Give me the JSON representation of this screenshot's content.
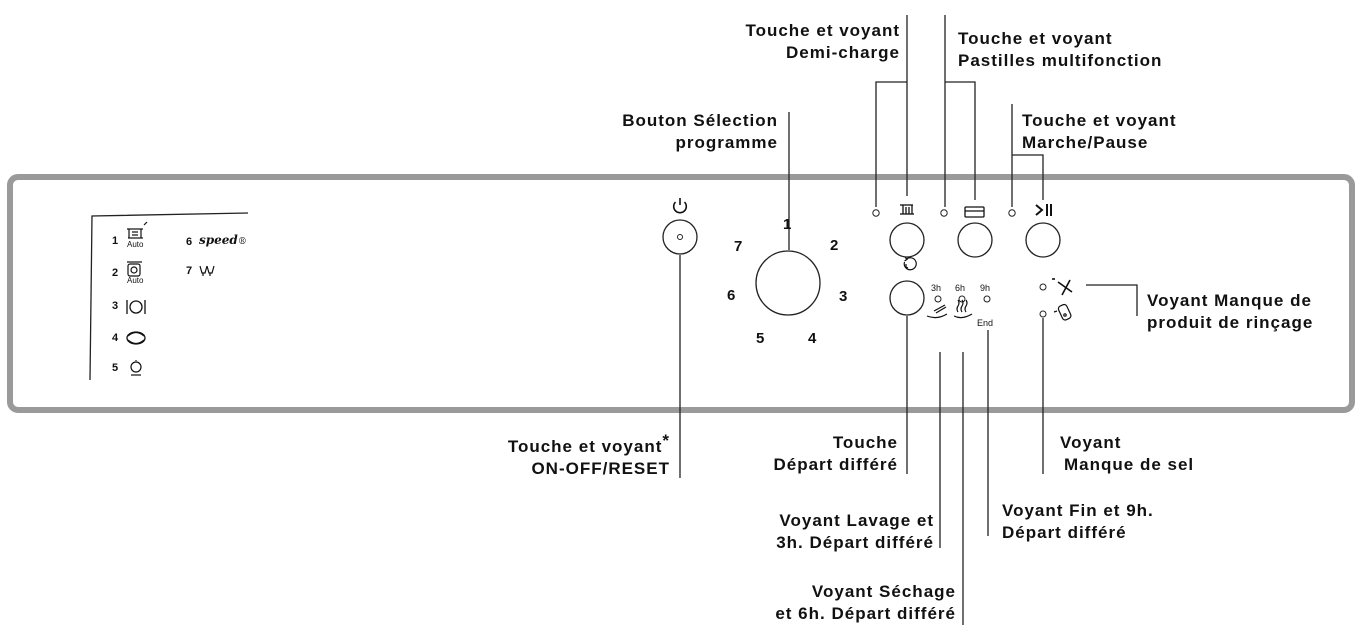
{
  "labels": {
    "demi_charge": [
      "Touche et voyant",
      "Demi-charge"
    ],
    "pastilles": [
      "Touche et voyant",
      "Pastilles multifonction"
    ],
    "selection": [
      "Bouton Sélection",
      "programme"
    ],
    "marche_pause": [
      "Touche et voyant",
      "Marche/Pause"
    ],
    "rincage": [
      "Voyant Manque de",
      "produit de rinçage"
    ],
    "on_off_line1": "Touche et voyant",
    "on_off_star": "*",
    "on_off_line2": "ON-OFF/RESET",
    "depart_differe": [
      "Touche",
      "Départ différé"
    ],
    "sel": [
      "Voyant",
      "Manque de sel"
    ],
    "lavage": [
      "Voyant Lavage et",
      "3h. Départ différé"
    ],
    "fin": [
      "Voyant Fin et 9h.",
      "Départ différé"
    ],
    "sechage": [
      "Voyant Séchage",
      "et 6h. Départ différé"
    ]
  },
  "dial_numbers": [
    "1",
    "2",
    "3",
    "4",
    "5",
    "6",
    "7"
  ],
  "delay_hours": [
    "3h",
    "6h",
    "9h"
  ],
  "end_label": "End",
  "legend": {
    "n1": "1",
    "auto1": "Auto",
    "n2": "2",
    "auto2": "Auto",
    "n3": "3",
    "n4": "4",
    "n5": "5",
    "n6": "6",
    "speed": "speed",
    "n7": "7"
  },
  "icons": {
    "power": "power-icon",
    "half_load": "half-load-icon",
    "tablet": "tablet-icon",
    "play_pause": "play-pause-icon",
    "delay": "delay-timer-icon",
    "rinse_aid": "rinse-aid-icon",
    "salt": "salt-icon"
  }
}
